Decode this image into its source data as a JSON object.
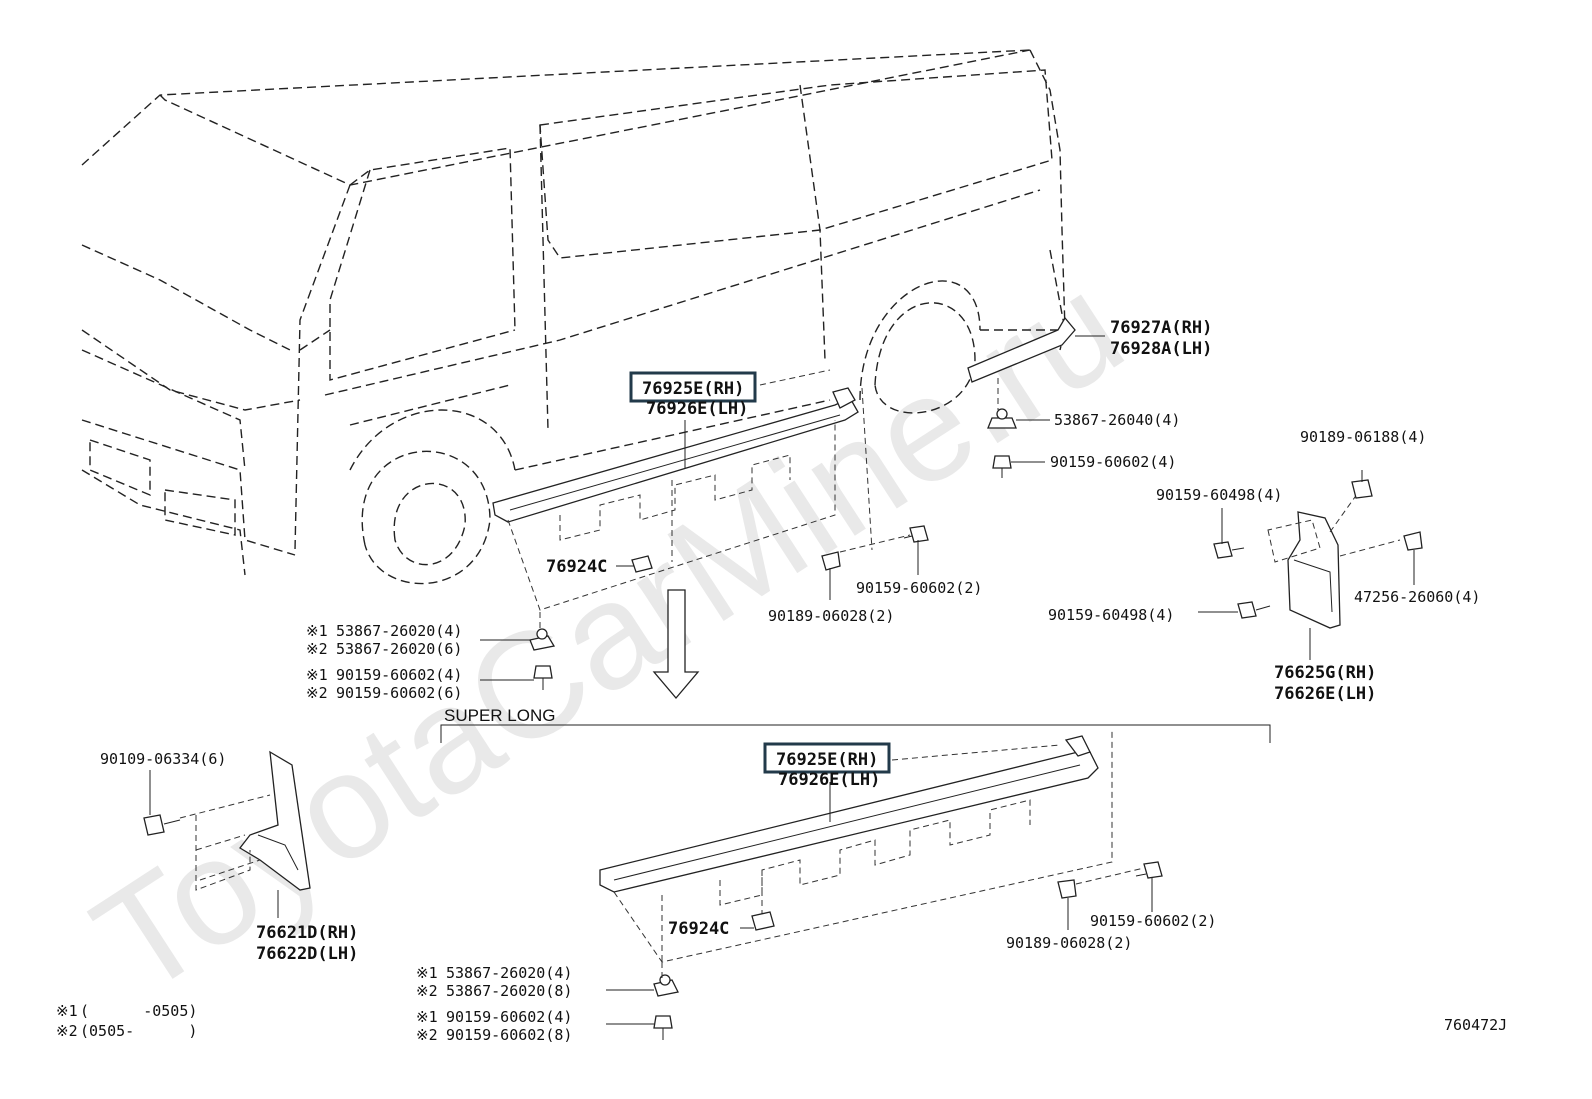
{
  "watermark": "ToyotaCarMine.ru",
  "section_title": "SUPER LONG",
  "diagram_code": "760472J",
  "notes": [
    {
      "mark": "※1",
      "text": "(      -0505)"
    },
    {
      "mark": "※2",
      "text": "(0505-      )"
    }
  ],
  "upper": {
    "step_main_rh": "76925E(RH)",
    "step_main_lh": "76926E(LH)",
    "step_rear_rh": "76927A(RH)",
    "step_rear_lh": "76928A(LH)",
    "nut_53867_26040": "53867-26040(4)",
    "screw_rear": "90159-60602(4)",
    "clip_76924c": "76924C",
    "screw_front": "90159-60602(2)",
    "clip_front": "90189-06028(2)",
    "n1_nut": "53867-26020(4)",
    "n2_nut": "53867-26020(6)",
    "n1_screw": "90159-60602(4)",
    "n2_screw": "90159-60602(6)",
    "mark1": "※1",
    "mark2": "※2"
  },
  "mudguard_rear": {
    "clip_top": "90189-06188(4)",
    "screw_upper": "90159-60498(4)",
    "screw_lower": "90159-60498(4)",
    "clip_right": "47256-26060(4)",
    "rh": "76625G(RH)",
    "lh": "76626E(LH)"
  },
  "mudguard_front": {
    "screw": "90109-06334(6)",
    "rh": "76621D(RH)",
    "lh": "76622D(LH)"
  },
  "lower": {
    "step_main_rh": "76925E(RH)",
    "step_main_lh": "76926E(LH)",
    "clip_76924c": "76924C",
    "screw": "90159-60602(2)",
    "clip": "90189-06028(2)",
    "n1_nut": "53867-26020(4)",
    "n2_nut": "53867-26020(8)",
    "n1_screw": "90159-60602(4)",
    "n2_screw": "90159-60602(8)",
    "mark1": "※1",
    "mark2": "※2"
  }
}
